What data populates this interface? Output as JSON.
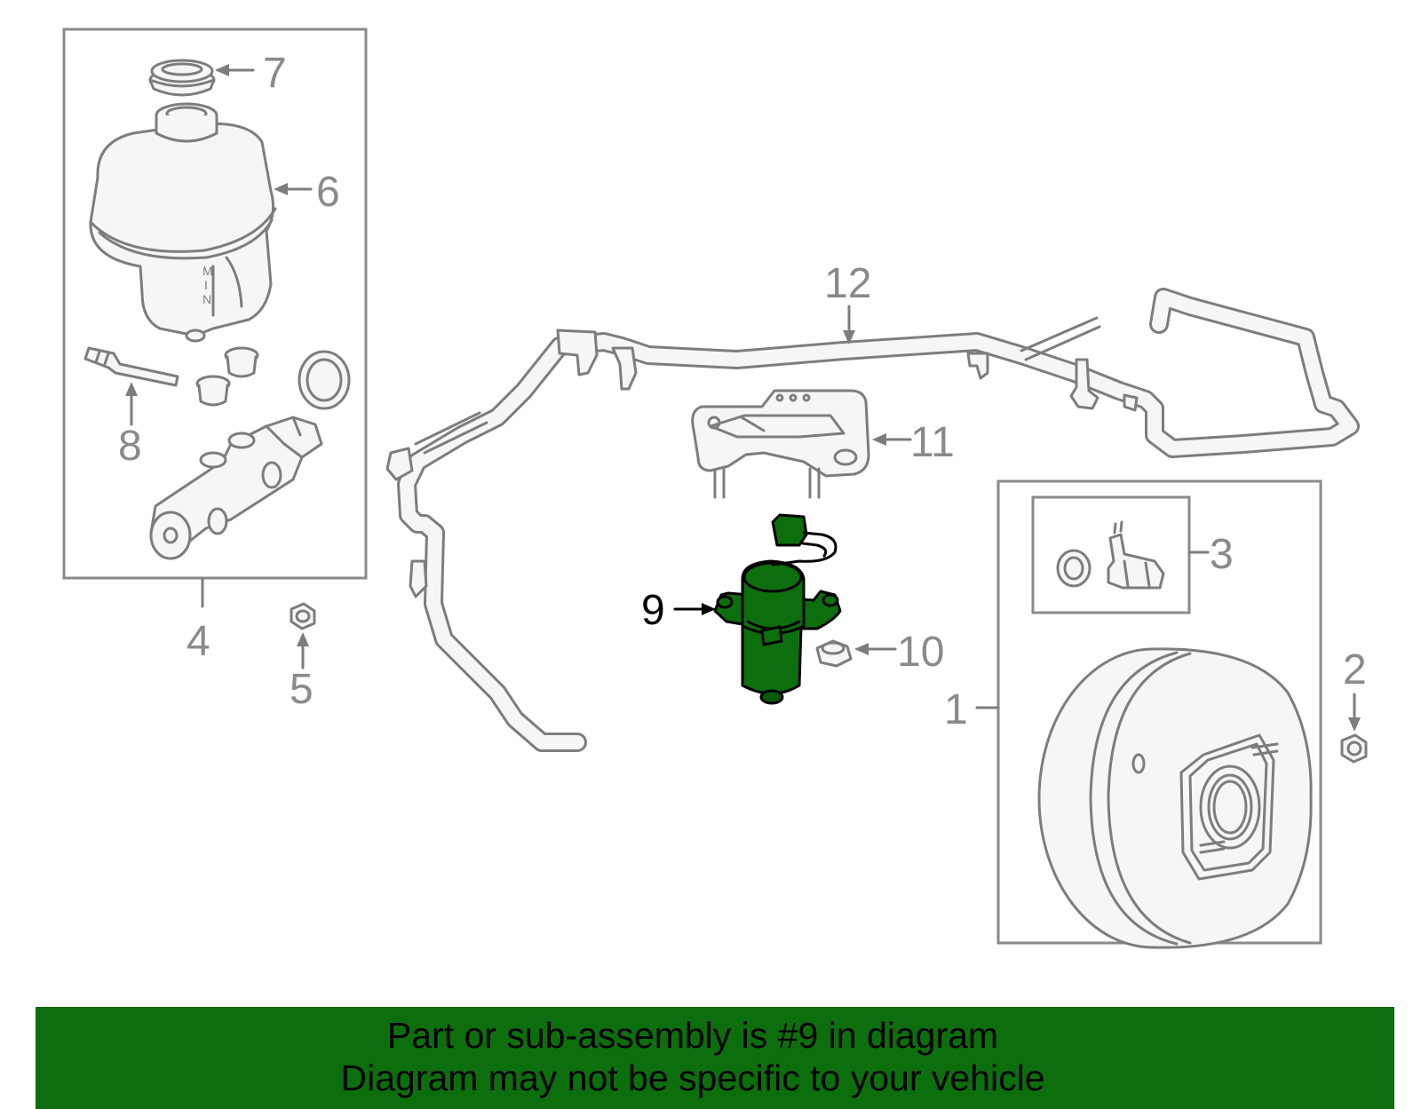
{
  "diagram": {
    "highlight_color": "#0d6e0d",
    "part_color": "#7d7d7d",
    "callouts": [
      {
        "id": "1",
        "label": "1"
      },
      {
        "id": "2",
        "label": "2"
      },
      {
        "id": "3",
        "label": "3"
      },
      {
        "id": "4",
        "label": "4"
      },
      {
        "id": "5",
        "label": "5"
      },
      {
        "id": "6",
        "label": "6"
      },
      {
        "id": "7",
        "label": "7"
      },
      {
        "id": "8",
        "label": "8"
      },
      {
        "id": "9",
        "label": "9"
      },
      {
        "id": "10",
        "label": "10"
      },
      {
        "id": "11",
        "label": "11"
      },
      {
        "id": "12",
        "label": "12"
      }
    ],
    "highlighted_part": "9"
  },
  "banner": {
    "background": "#0d6e0d",
    "line1": "Part or sub-assembly is #9 in diagram",
    "line2": "Diagram may not be specific to your vehicle"
  }
}
